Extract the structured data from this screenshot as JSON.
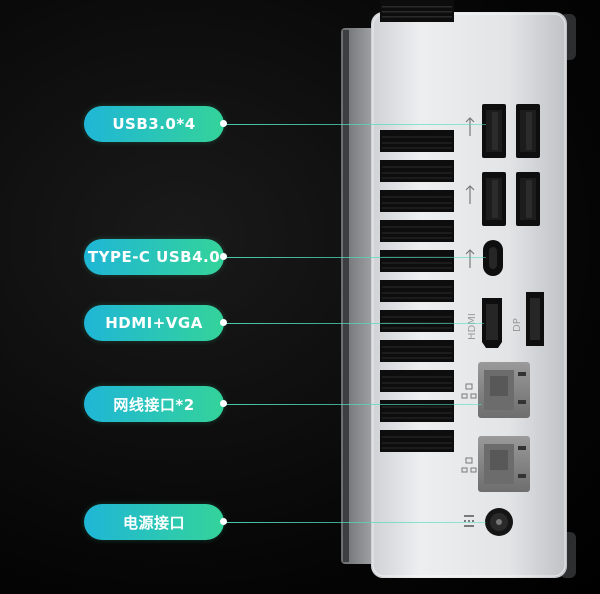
{
  "callouts": [
    {
      "id": "usb30",
      "label": "USB3.0*4"
    },
    {
      "id": "typec",
      "label": "TYPE-C USB4.0"
    },
    {
      "id": "hdmi_vga",
      "label": "HDMI+VGA"
    },
    {
      "id": "lan",
      "label": "网线接口*2"
    },
    {
      "id": "power",
      "label": "电源接口"
    }
  ],
  "port_labels": {
    "hdmi": "HDMI",
    "dp": "DP"
  },
  "colors": {
    "pill_start": "#1fb6d6",
    "pill_end": "#34d39a",
    "chassis": "#e4e5e7",
    "port_black": "#111111",
    "lan_gray": "#8a8a8a",
    "background": "#000000"
  }
}
